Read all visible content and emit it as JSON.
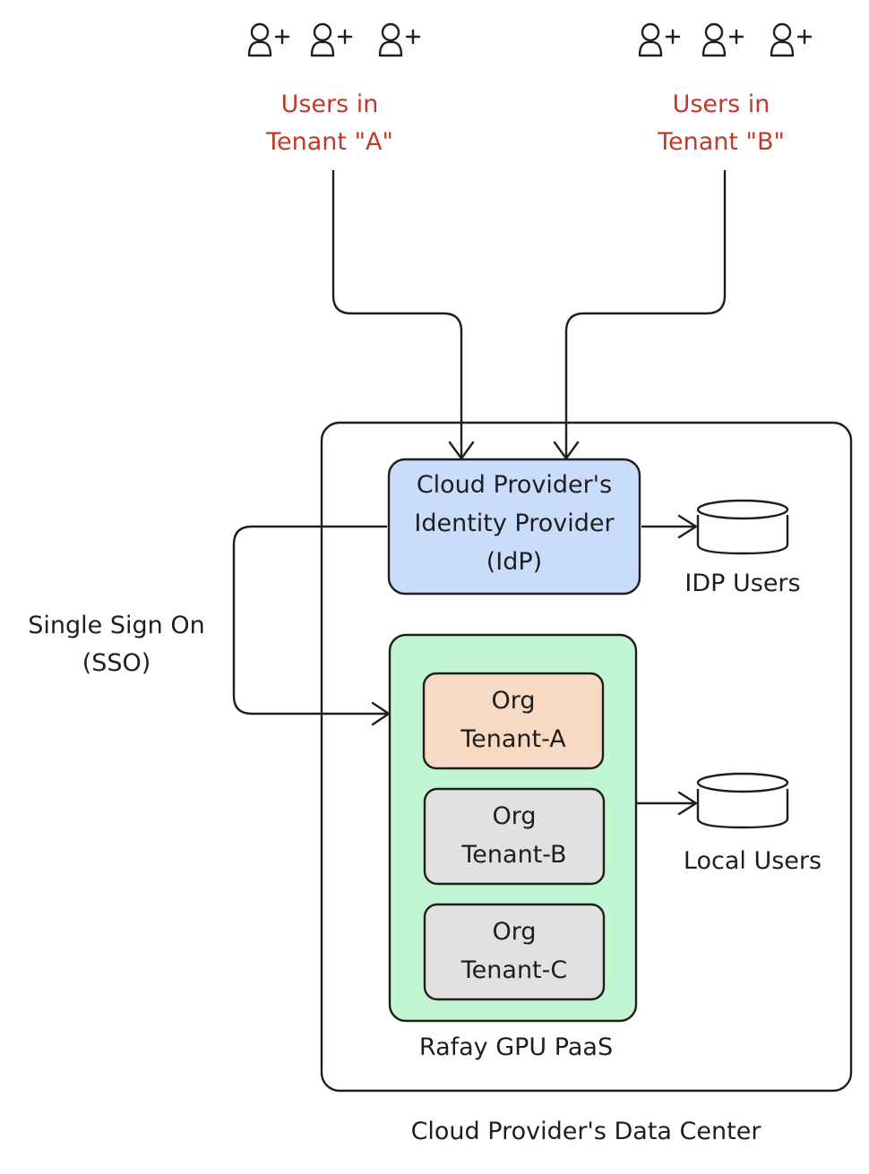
{
  "tenant_a": {
    "line1": "Users in",
    "line2": "Tenant \"A\""
  },
  "tenant_b": {
    "line1": "Users in",
    "line2": "Tenant \"B\""
  },
  "idp": {
    "line1": "Cloud Provider's",
    "line2": "Identity Provider",
    "line3": "(IdP)"
  },
  "idp_users": "IDP Users",
  "sso": {
    "line1": "Single Sign On",
    "line2": "(SSO)"
  },
  "orgs": [
    {
      "line1": "Org",
      "line2": "Tenant-A",
      "fill": "#f8d9c3"
    },
    {
      "line1": "Org",
      "line2": "Tenant-B",
      "fill": "#e1e1e1"
    },
    {
      "line1": "Org",
      "line2": "Tenant-C",
      "fill": "#e1e1e1"
    }
  ],
  "local_users": "Local Users",
  "paas_label": "Rafay GPU PaaS",
  "datacenter_label": "Cloud Provider's Data Center",
  "colors": {
    "stroke": "#1e1e1e",
    "user_label": "#c0392b",
    "idp_fill": "#c9dcfb",
    "paas_fill": "#c2f5d2"
  }
}
